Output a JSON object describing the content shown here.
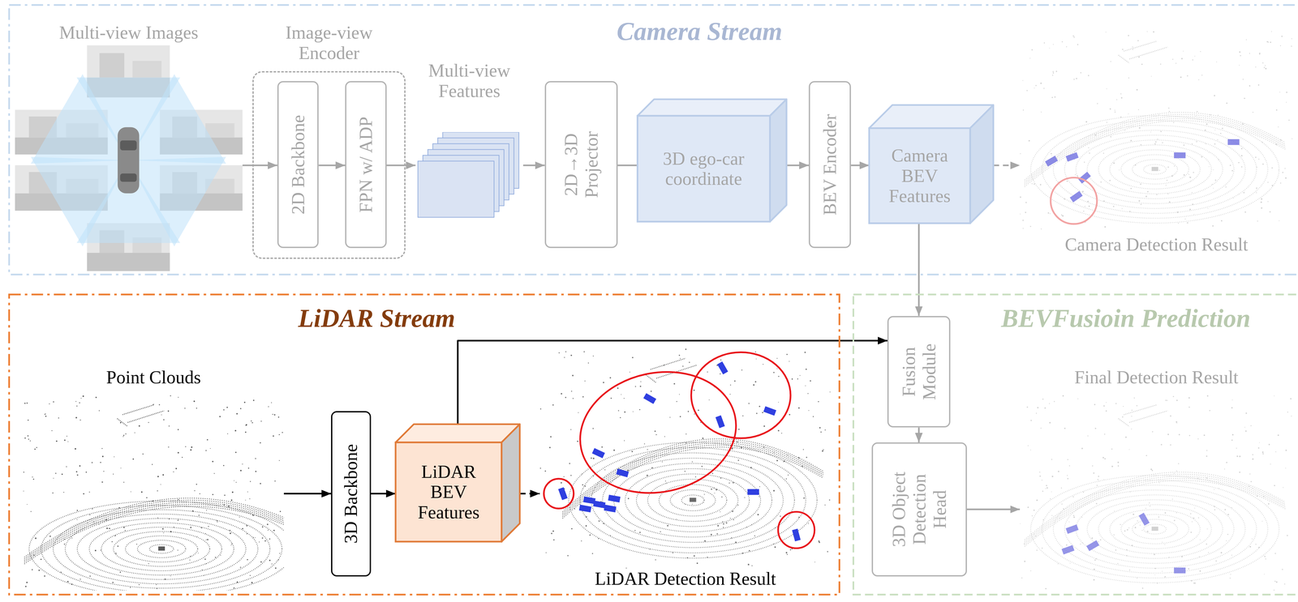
{
  "diagram": {
    "nodes": [
      {
        "text": [
          "Camera Stream"
        ]
      },
      {
        "text": [
          "Multi-view Images"
        ],
        "in": 0
      },
      {
        "text": [
          "Image-view Encoder"
        ],
        "in": 0
      },
      {
        "text": [
          "2D Backbone"
        ],
        "in": 2
      },
      {
        "text": [
          "FPN w/ ADP"
        ],
        "in": 2
      },
      {
        "text": [
          "Multi-view Features"
        ],
        "in": 0
      },
      {
        "text": [
          "2D→3D Projector"
        ],
        "in": 0
      },
      {
        "text": [
          "3D ego-car coordinate"
        ],
        "in": 0
      },
      {
        "text": [
          "BEV Encoder"
        ],
        "in": 0
      },
      {
        "text": [
          "Camera BEV Features"
        ],
        "in": 0
      },
      {
        "text": [
          "Camera Detection Result"
        ],
        "in": 0
      },
      {
        "text": [
          "LiDAR Stream"
        ]
      },
      {
        "text": [
          "Point Clouds"
        ],
        "in": 11
      },
      {
        "text": [
          "3D Backbone"
        ],
        "in": 11
      },
      {
        "text": [
          "LiDAR BEV Features"
        ],
        "in": 11
      },
      {
        "text": [
          "LiDAR Detection Result"
        ],
        "in": 11
      },
      {
        "text": [
          "BEVFusioin Prediction"
        ]
      },
      {
        "text": [
          "Fusion Module"
        ],
        "in": 16
      },
      {
        "text": [
          "3D Object Detection Head"
        ],
        "in": 16
      },
      {
        "text": [
          "Final Detection Result"
        ],
        "in": 16
      }
    ],
    "edges": [
      {
        "from": 1,
        "to": 3,
        "arrow": "to"
      },
      {
        "from": 3,
        "to": 4,
        "arrow": "to"
      },
      {
        "from": 4,
        "to": 5,
        "arrow": "to"
      },
      {
        "from": 5,
        "to": 6,
        "arrow": "to"
      },
      {
        "from": 6,
        "to": 7,
        "arrow": "none"
      },
      {
        "from": 7,
        "to": 8,
        "arrow": "to"
      },
      {
        "from": 8,
        "to": 9,
        "arrow": "to"
      },
      {
        "from": 9,
        "to": 10,
        "arrow": "to"
      },
      {
        "from": 9,
        "to": 17,
        "arrow": "to"
      },
      {
        "from": 12,
        "to": 13,
        "arrow": "to"
      },
      {
        "from": 13,
        "to": 14,
        "arrow": "to"
      },
      {
        "from": 14,
        "to": 15,
        "arrow": "to"
      },
      {
        "from": 14,
        "to": 17,
        "arrow": "to"
      },
      {
        "from": 17,
        "to": 18,
        "arrow": "to"
      },
      {
        "from": 18,
        "to": 19,
        "arrow": "to"
      }
    ]
  }
}
